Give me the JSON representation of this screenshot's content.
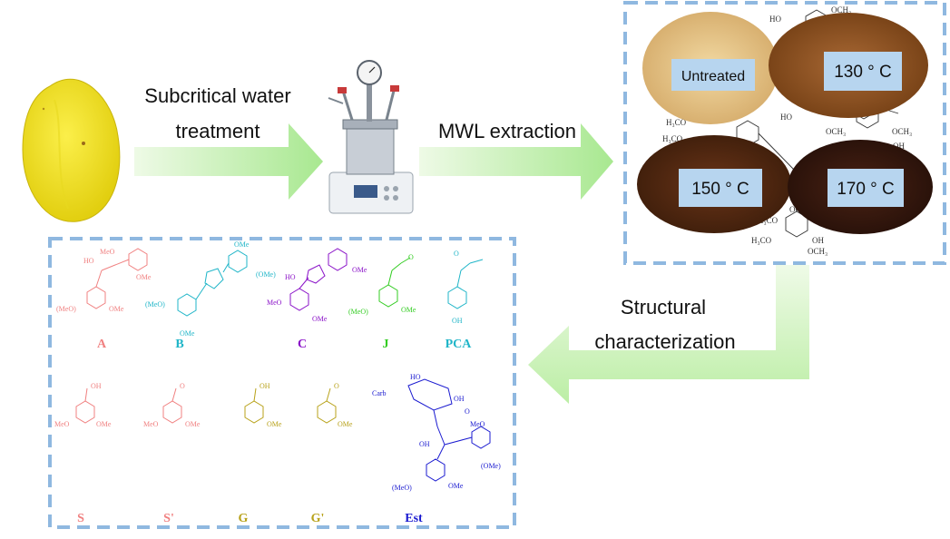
{
  "steps": {
    "subcritical_line1": "Subcritical water",
    "subcritical_line2": "treatment",
    "mwl": "MWL extraction",
    "structural_line1": "Structural",
    "structural_line2": "characterization"
  },
  "samples": [
    {
      "label": "Untreated"
    },
    {
      "label": "130 ° C"
    },
    {
      "label": "150 ° C"
    },
    {
      "label": "170 ° C"
    }
  ],
  "structures": [
    {
      "label": "A",
      "color": "#f08080"
    },
    {
      "label": "B",
      "color": "#1fb5c8"
    },
    {
      "label": "C",
      "color": "#8a12c8"
    },
    {
      "label": "J",
      "color": "#33cc22"
    },
    {
      "label": "PCA",
      "color": "#1fb5c8"
    },
    {
      "label": "S",
      "color": "#f08080"
    },
    {
      "label": "S'",
      "color": "#f08080"
    },
    {
      "label": "G",
      "color": "#b8a21a"
    },
    {
      "label": "G'",
      "color": "#b8a21a"
    },
    {
      "label": "Est",
      "color": "#1a1ad0"
    }
  ],
  "colors": {
    "arrow": "#b8eda0",
    "dashed_frame": "#8fb8e0",
    "fruit": "#f2e21a",
    "reactor_body": "#e8ecf0",
    "sample_untreated": "#e9c98a",
    "sample_130": "#9a5a28",
    "sample_150": "#5a2a10",
    "sample_170": "#3a1a0e"
  },
  "icons": [
    "yellow-fruit-image",
    "reactor-vessel-image",
    "lignin-powder-image",
    "chemical-structure-drawing"
  ]
}
